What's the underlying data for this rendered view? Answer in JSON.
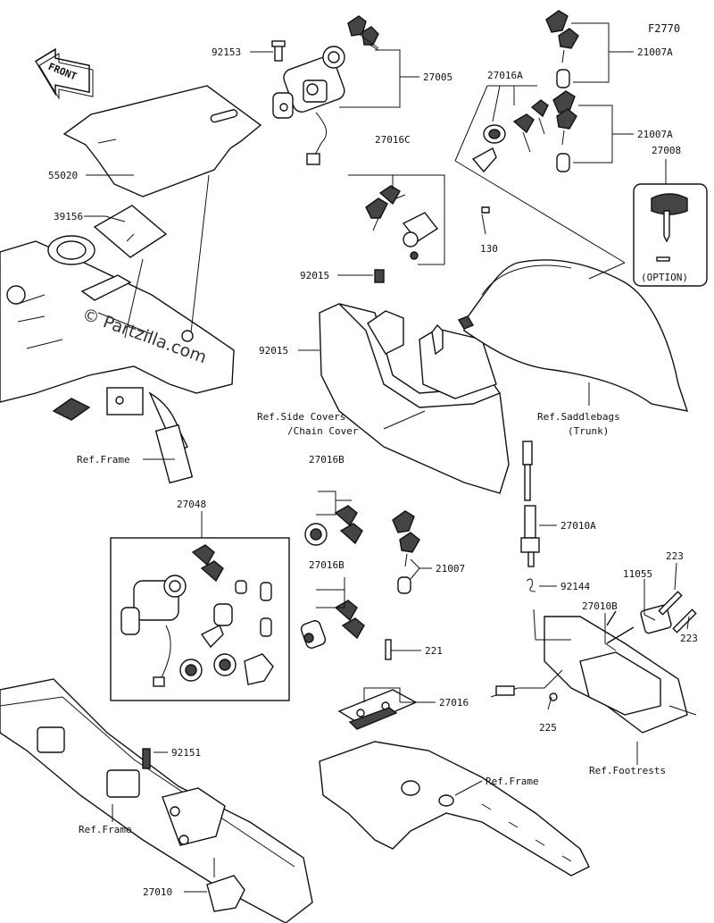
{
  "diagram_code": "F2770",
  "watermark": "© Partzilla.com",
  "front_label": "FRONT",
  "parts": {
    "p92153": "92153",
    "p27005": "27005",
    "p55020": "55020",
    "p39156": "39156",
    "p27016A": "27016A",
    "p21007A_top": "21007A",
    "p21007A_mid": "21007A",
    "p27008": "27008",
    "p27016C": "27016C",
    "p130": "130",
    "p92015_a": "92015",
    "p92015_b": "92015",
    "p27016B_a": "27016B",
    "p27016B_b": "27016B",
    "p27048": "27048",
    "p21007": "21007",
    "p27010A": "27010A",
    "p92144": "92144",
    "p11055": "11055",
    "p223_a": "223",
    "p223_b": "223",
    "p27010B": "27010B",
    "p225": "225",
    "p221": "221",
    "p27016": "27016",
    "p92151": "92151",
    "p27010": "27010"
  },
  "refs": {
    "frame_1": "Ref.Frame",
    "side_covers_1": "Ref.Side Covers",
    "side_covers_2": "/Chain Cover",
    "saddlebags_1": "Ref.Saddlebags",
    "saddlebags_2": "(Trunk)",
    "footrests": "Ref.Footrests",
    "frame_2": "Ref.Frame",
    "frame_3": "Ref.Frame"
  },
  "option_label": "(OPTION)"
}
